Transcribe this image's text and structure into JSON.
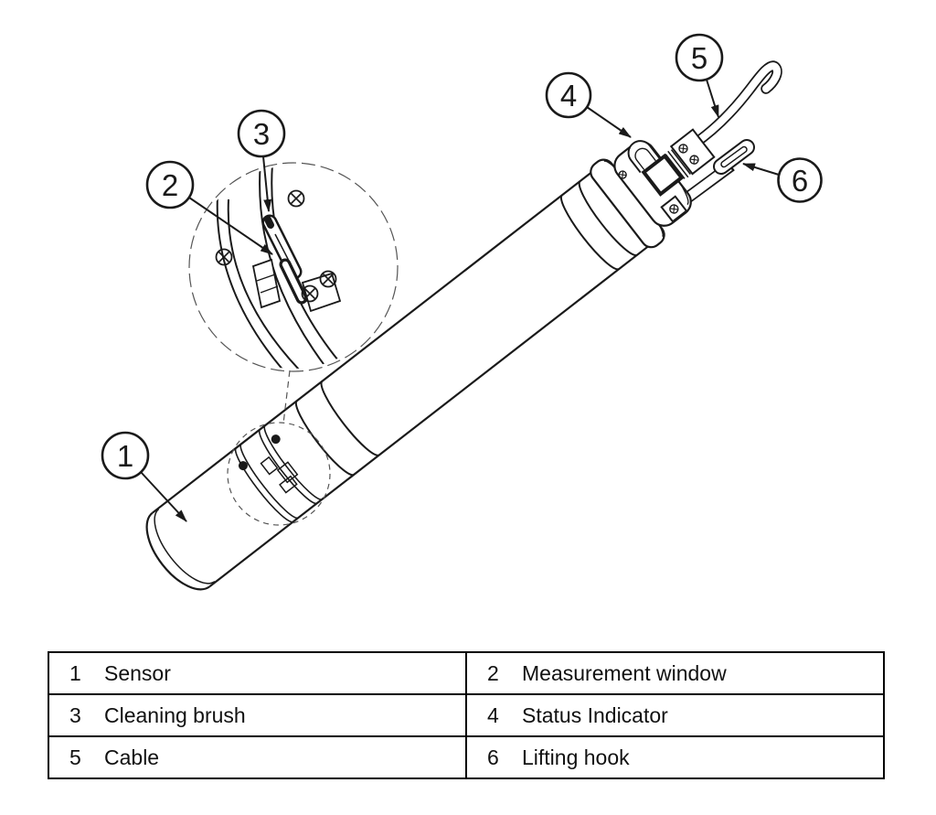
{
  "figure": {
    "type": "sensor-parts-diagram",
    "parts": [
      "Sensor",
      "Measurement window",
      "Cleaning brush",
      "Status Indicator",
      "Cable",
      "Lifting hook"
    ]
  },
  "legend": {
    "items": [
      {
        "num": "1",
        "label": "Sensor"
      },
      {
        "num": "2",
        "label": "Measurement window"
      },
      {
        "num": "3",
        "label": "Cleaning brush"
      },
      {
        "num": "4",
        "label": "Status Indicator"
      },
      {
        "num": "5",
        "label": "Cable"
      },
      {
        "num": "6",
        "label": "Lifting hook"
      }
    ]
  },
  "colors": {
    "line": "#1a1a1a",
    "thin_line": "#555555",
    "background": "#ffffff",
    "table_border": "#000000"
  }
}
